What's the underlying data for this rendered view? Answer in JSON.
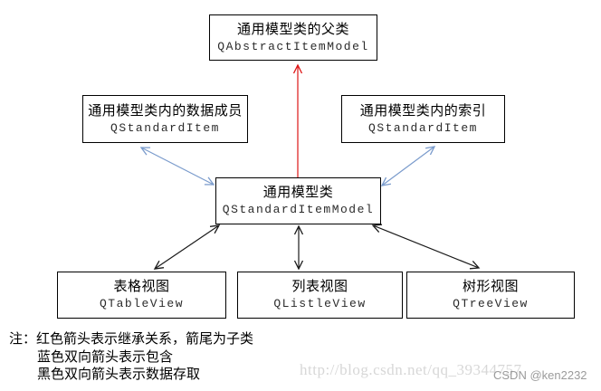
{
  "diagram": {
    "nodes": {
      "parent": {
        "title": "通用模型类的父类",
        "class_name": "QAbstractItemModel"
      },
      "data_member": {
        "title": "通用模型类内的数据成员",
        "class_name": "QStandardItem"
      },
      "index": {
        "title": "通用模型类内的索引",
        "class_name": "QStandardItem"
      },
      "model": {
        "title": "通用模型类",
        "class_name": "QStandardItemModel"
      },
      "table_view": {
        "title": "表格视图",
        "class_name": "QTableView"
      },
      "list_view": {
        "title": "列表视图",
        "class_name": "QListleView"
      },
      "tree_view": {
        "title": "树形视图",
        "class_name": "QTreeView"
      }
    },
    "arrow_colors": {
      "inheritance_red": "#dd1414",
      "containment_blue": "#7a9bcc",
      "data_access_black": "#1a1a1a"
    }
  },
  "notes": {
    "line1": "注：红色箭头表示继承关系，箭尾为子类",
    "line2": "蓝色双向箭头表示包含",
    "line3": "黑色双向箭头表示数据存取"
  },
  "watermark": {
    "url": "http://blog.csdn.net/qq_39344757",
    "credit": "CSDN @ken2232"
  }
}
